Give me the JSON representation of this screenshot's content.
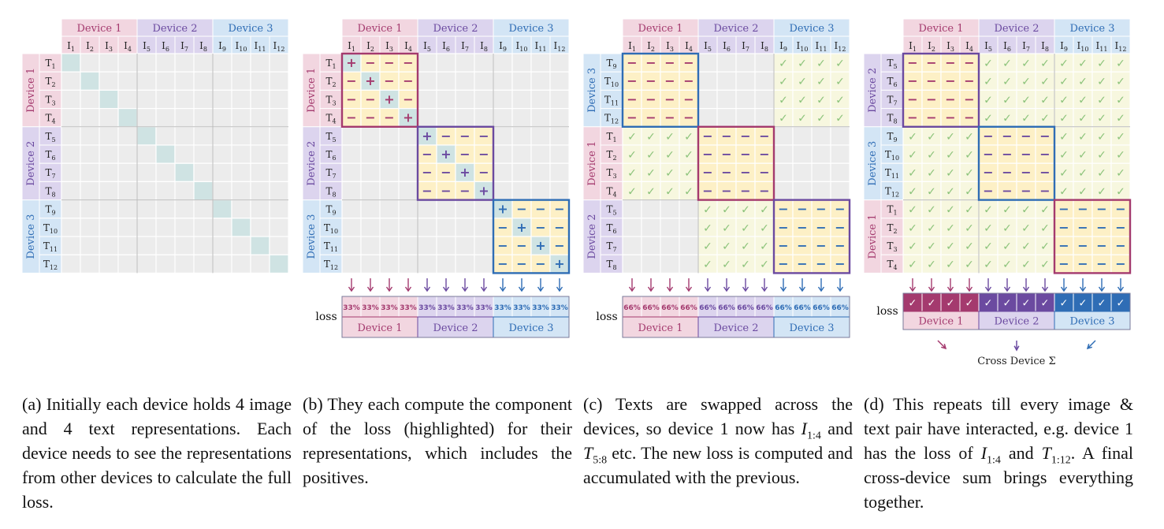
{
  "colors": {
    "device1_header": "#f2d6e0",
    "device2_header": "#dcd4ee",
    "device3_header": "#d3e5f5",
    "device1_border": "#a43a6e",
    "device2_border": "#6b4aa0",
    "device3_border": "#2f6db5",
    "grid_cell": "#ececec",
    "diag_cell": "#cfe3e3",
    "loss_block": "#fdf0c6",
    "check_cell": "#f7f7df",
    "check_mark": "#8cc37a"
  },
  "panels": [
    {
      "id": "a",
      "col_groups": [
        "Device 1",
        "Device 2",
        "Device 3"
      ],
      "row_groups": [
        "Device 1",
        "Device 2",
        "Device 3"
      ],
      "col_labels": [
        "I1",
        "I2",
        "I3",
        "I4",
        "I5",
        "I6",
        "I7",
        "I8",
        "I9",
        "I10",
        "I11",
        "I12"
      ],
      "row_labels": [
        "T1",
        "T2",
        "T3",
        "T4",
        "T5",
        "T6",
        "T7",
        "T8",
        "T9",
        "T10",
        "T11",
        "T12"
      ],
      "caption": "(a) Initially each device holds 4 image and 4 text representations. Each device needs to see the representations from other devices to calculate the full loss."
    },
    {
      "id": "b",
      "col_groups": [
        "Device 1",
        "Device 2",
        "Device 3"
      ],
      "row_groups": [
        "Device 1",
        "Device 2",
        "Device 3"
      ],
      "positive_symbol": "+",
      "negative_symbol": "−",
      "loss_label": "loss",
      "loss_values": [
        "33%",
        "33%",
        "33%",
        "33%",
        "33%",
        "33%",
        "33%",
        "33%",
        "33%",
        "33%",
        "33%",
        "33%"
      ],
      "loss_devices": [
        "Device 1",
        "Device 2",
        "Device 3"
      ],
      "caption": "(b) They each compute the component of the loss (highlighted) for their representations, which includes the positives."
    },
    {
      "id": "c",
      "col_groups": [
        "Device 1",
        "Device 2",
        "Device 3"
      ],
      "row_groups": [
        "Device 3",
        "Device 1",
        "Device 2"
      ],
      "check_symbol": "✓",
      "loss_label": "loss",
      "loss_values": [
        "66%",
        "66%",
        "66%",
        "66%",
        "66%",
        "66%",
        "66%",
        "66%",
        "66%",
        "66%",
        "66%",
        "66%"
      ],
      "loss_devices": [
        "Device 1",
        "Device 2",
        "Device 3"
      ],
      "caption": "(c) Texts are swapped across the devices, so device 1 now has I1:4 and T5:8 etc. The new loss is computed and accumulated with the previous."
    },
    {
      "id": "d",
      "col_groups": [
        "Device 1",
        "Device 2",
        "Device 3"
      ],
      "row_groups": [
        "Device 2",
        "Device 3",
        "Device 1"
      ],
      "loss_label": "loss",
      "loss_devices": [
        "Device 1",
        "Device 2",
        "Device 3"
      ],
      "sum_label": "Cross Device Σ",
      "caption": "(d) This repeats till every image & text pair have interacted, e.g. device 1 has the loss of I1:4 and T1:12. A final cross-device sum brings everything together."
    }
  ]
}
